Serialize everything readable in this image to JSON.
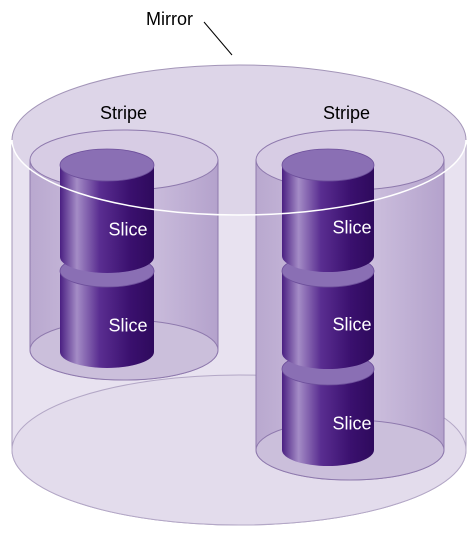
{
  "diagram": {
    "mirror_label": "Mirror",
    "stripes": [
      {
        "label": "Stripe",
        "slices": [
          "Slice",
          "Slice"
        ]
      },
      {
        "label": "Stripe",
        "slices": [
          "Slice",
          "Slice",
          "Slice"
        ]
      }
    ]
  },
  "colors": {
    "mirror_fill": "#e7e1ef",
    "mirror_top_fill": "#ddd5e8",
    "mirror_outline": "#9d8fb3",
    "stripe_fill": "#c9bcd9",
    "stripe_outline": "#8e79ad",
    "slice_dark": "#3a106e",
    "slice_mid": "#5a2e91",
    "slice_light": "#9c84c0",
    "slice_top": "#8a6fb4",
    "slice_text": "#ffffff"
  }
}
